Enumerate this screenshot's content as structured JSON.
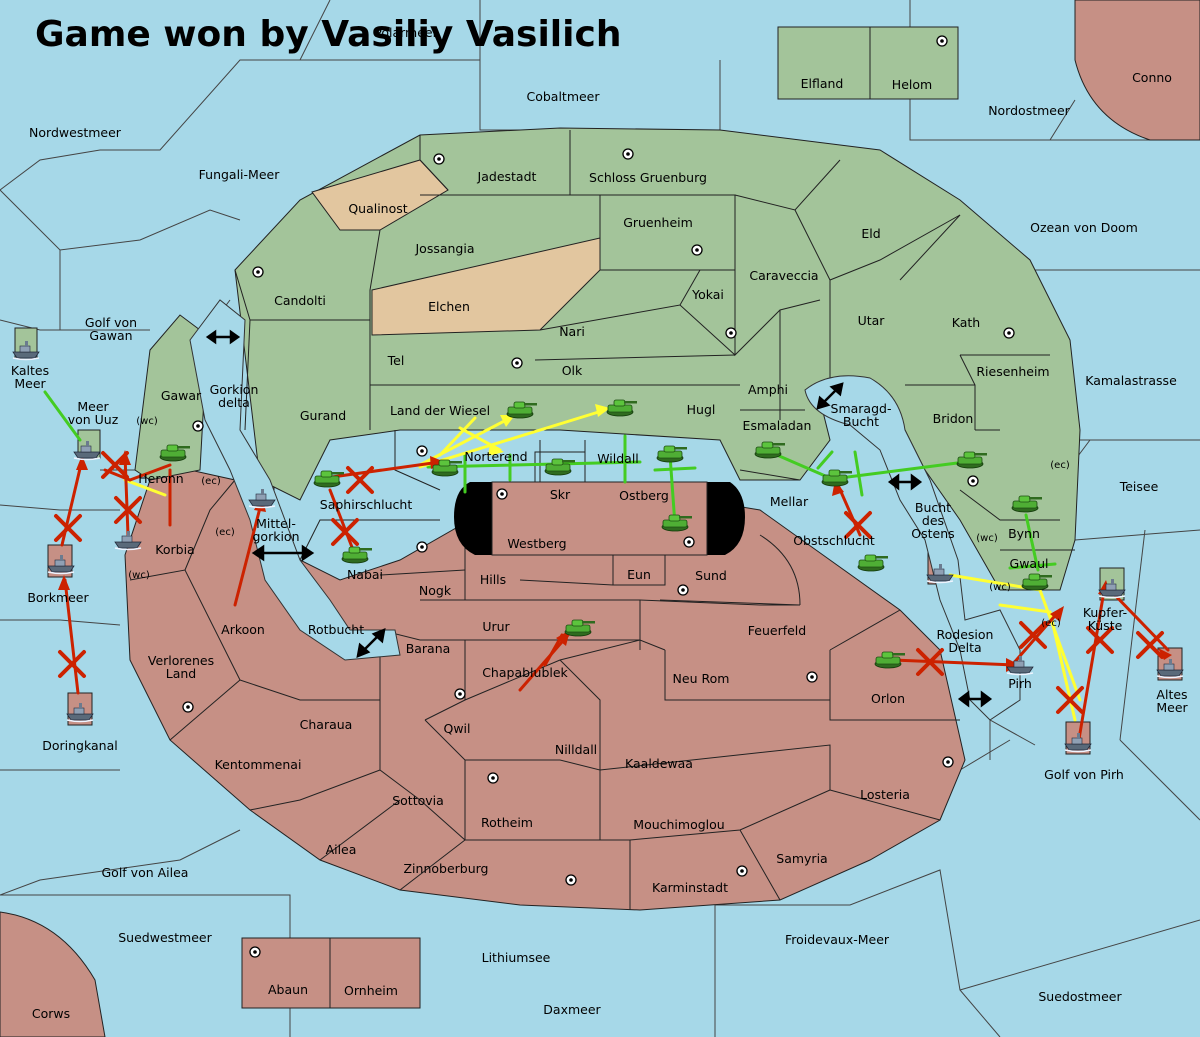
{
  "title": "Game won by Vasiliy Vasilich",
  "regions": {
    "polarmeer": "Polarmeer",
    "elfland": "Elfland",
    "helom": "Helom",
    "conno": "Conno",
    "cobaltmeer": "Cobaltmeer",
    "nordostmeer": "Nordostmeer",
    "nordwestmeer": "Nordwestmeer",
    "fungali_meer": "Fungali-Meer",
    "jadestadt": "Jadestadt",
    "schloss_gruenburg": "Schloss Gruenburg",
    "qualinost": "Qualinost",
    "gruenheim": "Gruenheim",
    "eld": "Eld",
    "ozean_von_doom": "Ozean von Doom",
    "jossangia": "Jossangia",
    "caraveccia": "Caraveccia",
    "candolti": "Candolti",
    "yokai": "Yokai",
    "elchen": "Elchen",
    "utar": "Utar",
    "kath": "Kath",
    "golf_von_gawan": "Golf von\nGawan",
    "nari": "Nari",
    "tel": "Tel",
    "olk": "Olk",
    "kaltes_meer": "Kaltes\nMeer",
    "riesenheim": "Riesenheim",
    "kamalastrasse": "Kamalastrasse",
    "amphi": "Amphi",
    "gawar": "Gawar",
    "gorkion_delta": "Gorkion\ndelta",
    "meer_von_uuz": "Meer\nvon Uuz",
    "land_der_wiesel": "Land der Wiesel",
    "hugl": "Hugl",
    "smaragd_bucht": "Smaragd-\nBucht",
    "bridon": "Bridon",
    "gurand": "Gurand",
    "esmaladan": "Esmaladan",
    "norterend": "Norterend",
    "wildall": "Wildall",
    "heronn": "Heronn",
    "ec1": "(ec)",
    "wc1": "(wc)",
    "ec2": "(ec)",
    "skr": "Skr",
    "ostberg": "Ostberg",
    "teisee": "Teisee",
    "saphirschlucht": "Saphirschlucht",
    "mellar": "Mellar",
    "bucht_des_ostens": "Bucht\ndes\nOstens",
    "mittelgorkion": "Mittel-\ngorkion",
    "ec3": "(ec)",
    "bynn": "Bynn",
    "wc2": "(wc)",
    "westberg": "Westberg",
    "obstschlucht": "Obstschlucht",
    "korbia": "Korbia",
    "wc3": "(wc)",
    "nabai": "Nabai",
    "hills": "Hills",
    "eun": "Eun",
    "sund": "Sund",
    "gwaul": "Gwaul",
    "nogk": "Nogk",
    "borkmeer": "Borkmeer",
    "wc4": "(wc)",
    "kupfer_kueste": "Kupfer-\nKüste",
    "arkoon": "Arkoon",
    "rotbucht": "Rotbucht",
    "urur": "Urur",
    "feuerfeld": "Feuerfeld",
    "rodesion_delta": "Rodesion\nDelta",
    "ec4": "(ec)",
    "barana": "Barana",
    "verlorenes_land": "Verlorenes\nLand",
    "chapablublek": "Chapablublek",
    "pirh": "Pirh",
    "neu_rom": "Neu Rom",
    "orlon": "Orlon",
    "altes_meer": "Altes\nMeer",
    "doringkanal": "Doringkanal",
    "qwil": "Qwil",
    "charaua": "Charaua",
    "nilldall": "Nilldall",
    "kaaldewaa": "Kaaldewaa",
    "kentommenai": "Kentommenai",
    "golf_von_pirh": "Golf von Pirh",
    "losteria": "Losteria",
    "sottovia": "Sottovia",
    "rotheim": "Rotheim",
    "mouchimoglou": "Mouchimoglou",
    "ailea": "Ailea",
    "samyria": "Samyria",
    "golf_von_ailea": "Golf von Ailea",
    "zinnoberburg": "Zinnoberburg",
    "karminstadt": "Karminstadt",
    "suedwestmeer": "Suedwestmeer",
    "froidevaux_meer": "Froidevaux-Meer",
    "lithiumsee": "Lithiumsee",
    "abaun": "Abaun",
    "ornheim": "Ornheim",
    "suedostmeer": "Suedostmeer",
    "corws": "Corws",
    "daxmeer": "Daxmeer"
  },
  "colors": {
    "sea": "#a6d8e8",
    "green_power": "#a3c49a",
    "red_power": "#c69085",
    "neutral_land": "#e2c69f",
    "move_red": "#cc2200",
    "move_green": "#44cc22",
    "move_yellow": "#ffff33"
  }
}
